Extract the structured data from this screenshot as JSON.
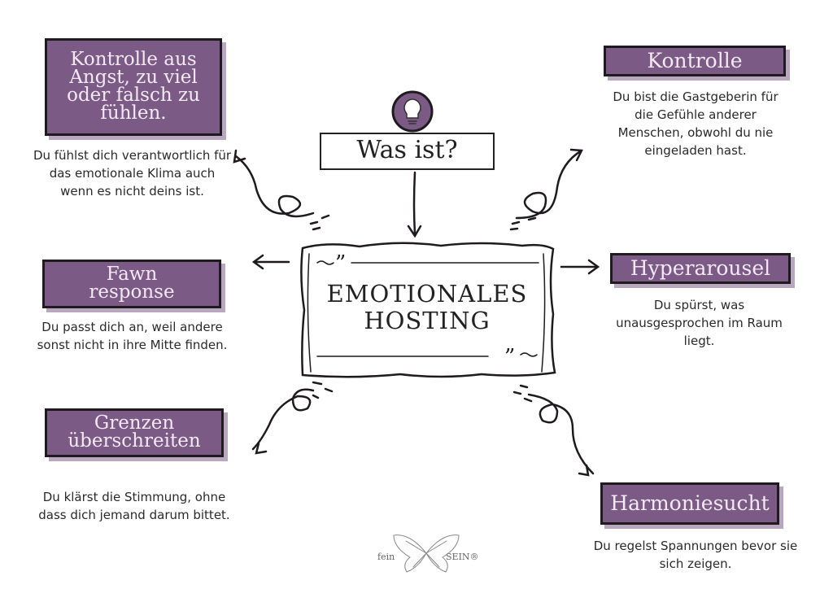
{
  "center": {
    "title_line1": "EMOTIONALES",
    "title_line2": "HOSTING"
  },
  "question": {
    "label": "Was ist?",
    "icon": "lightbulb-icon"
  },
  "nodes": [
    {
      "title": "Kontrolle aus Angst, zu viel oder falsch zu fühlen.",
      "description": "Du fühlst dich verantwortlich für das emotionale Klima auch wenn es nicht deins ist."
    },
    {
      "title": "Kontrolle",
      "description": "Du bist die Gastgeberin für die Gefühle anderer Menschen, obwohl du nie eingeladen hast."
    },
    {
      "title": "Fawn response",
      "description": "Du passt dich an, weil andere sonst nicht in ihre Mitte finden."
    },
    {
      "title": "Hyperarousel",
      "description": "Du spürst, was unausgesprochen im Raum liegt."
    },
    {
      "title": "Grenzen überschreiten",
      "description": "Du klärst die Stimmung, ohne dass dich jemand darum bittet."
    },
    {
      "title": "Harmoniesucht",
      "description": "Du regelst Spannungen bevor sie sich zeigen."
    }
  ],
  "logo": {
    "left": "fein",
    "right": "SEIN®"
  },
  "colors": {
    "box": "#7b5a86",
    "shadow": "#b9a6bf",
    "ink": "#1e1a1e"
  }
}
